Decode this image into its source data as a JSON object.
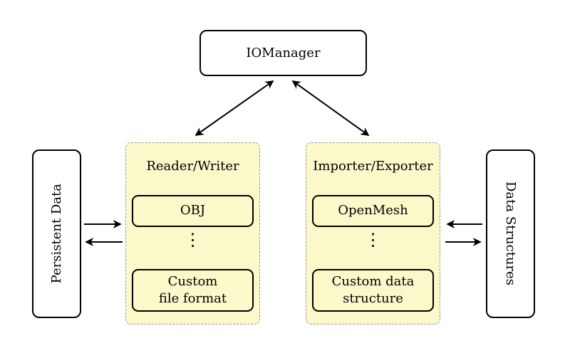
{
  "nodes": {
    "iomanager": {
      "label": "IOManager"
    },
    "persistent_data": {
      "label": "Persistent Data"
    },
    "data_structures": {
      "label": "Data Structures"
    },
    "reader_writer": {
      "title": "Reader/Writer",
      "items": [
        {
          "label": "OBJ"
        },
        {
          "label": "Custom\nfile format"
        }
      ],
      "ellipsis": "⋮"
    },
    "importer_exporter": {
      "title": "Importer/Exporter",
      "items": [
        {
          "label": "OpenMesh"
        },
        {
          "label": "Custom data\nstructure"
        }
      ],
      "ellipsis": "⋮"
    }
  },
  "arrows": [
    {
      "from": "IOManager",
      "to": "Reader/Writer",
      "bidirectional": true
    },
    {
      "from": "IOManager",
      "to": "Importer/Exporter",
      "bidirectional": true
    },
    {
      "from": "Persistent Data",
      "to": "Reader/Writer",
      "bidirectional": false
    },
    {
      "from": "Reader/Writer",
      "to": "Persistent Data",
      "bidirectional": false
    },
    {
      "from": "Data Structures",
      "to": "Importer/Exporter",
      "bidirectional": false
    },
    {
      "from": "Importer/Exporter",
      "to": "Data Structures",
      "bidirectional": false
    }
  ],
  "colors": {
    "group_fill": "#FBF8CA",
    "group_border": "#999999",
    "node_border": "#000000",
    "node_fill": "#FFFFFF",
    "arrow": "#000000"
  }
}
